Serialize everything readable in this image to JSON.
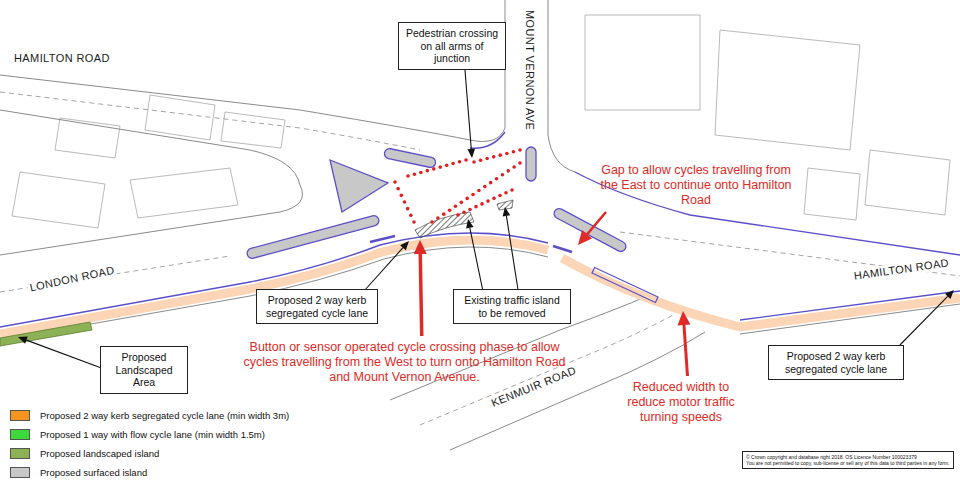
{
  "diagram": {
    "nodes": [
      {
        "text": [
          "Pedestrian crossing on all arms of junction"
        ]
      },
      {
        "text": [
          "Proposed 2 way kerb segregated cycle lane"
        ]
      },
      {
        "text": [
          "Existing traffic island to be removed"
        ]
      },
      {
        "text": [
          "Proposed 2 way kerb segregated cycle lane"
        ]
      },
      {
        "text": [
          "Proposed Landscaped Area"
        ]
      },
      {
        "text": [
          "© Crown copyright and database right 2018. OS Licence Number 100023379",
          "You are not permitted to copy, sub-license or sell any of this data to third parties in any form."
        ]
      }
    ],
    "labels": [
      "HAMILTON ROAD",
      "MOUNT VERNON AVE",
      "Gap to allow cycles travelling from the East to continue onto Hamilton Road",
      "LONDON ROAD",
      "HAMILTON ROAD",
      "Button or sensor operated cycle crossing phase to allow cycles travelling from the West to turn onto Hamilton Road and Mount Vernon Avenue.",
      "KENMUIR ROAD",
      "Reduced width to reduce motor traffic turning speeds"
    ],
    "legend": [
      {
        "text": "Proposed 2 way kerb segregated cycle lane (min width 3m)",
        "color": "#f7941e"
      },
      {
        "text": "Proposed 1 way with flow cycle lane (min width 1.5m)",
        "color": "#3cd83c"
      },
      {
        "text": "Proposed landscaped island",
        "color": "#8db255"
      },
      {
        "text": "Proposed surfaced island",
        "color": "#c8c8c8"
      }
    ]
  }
}
